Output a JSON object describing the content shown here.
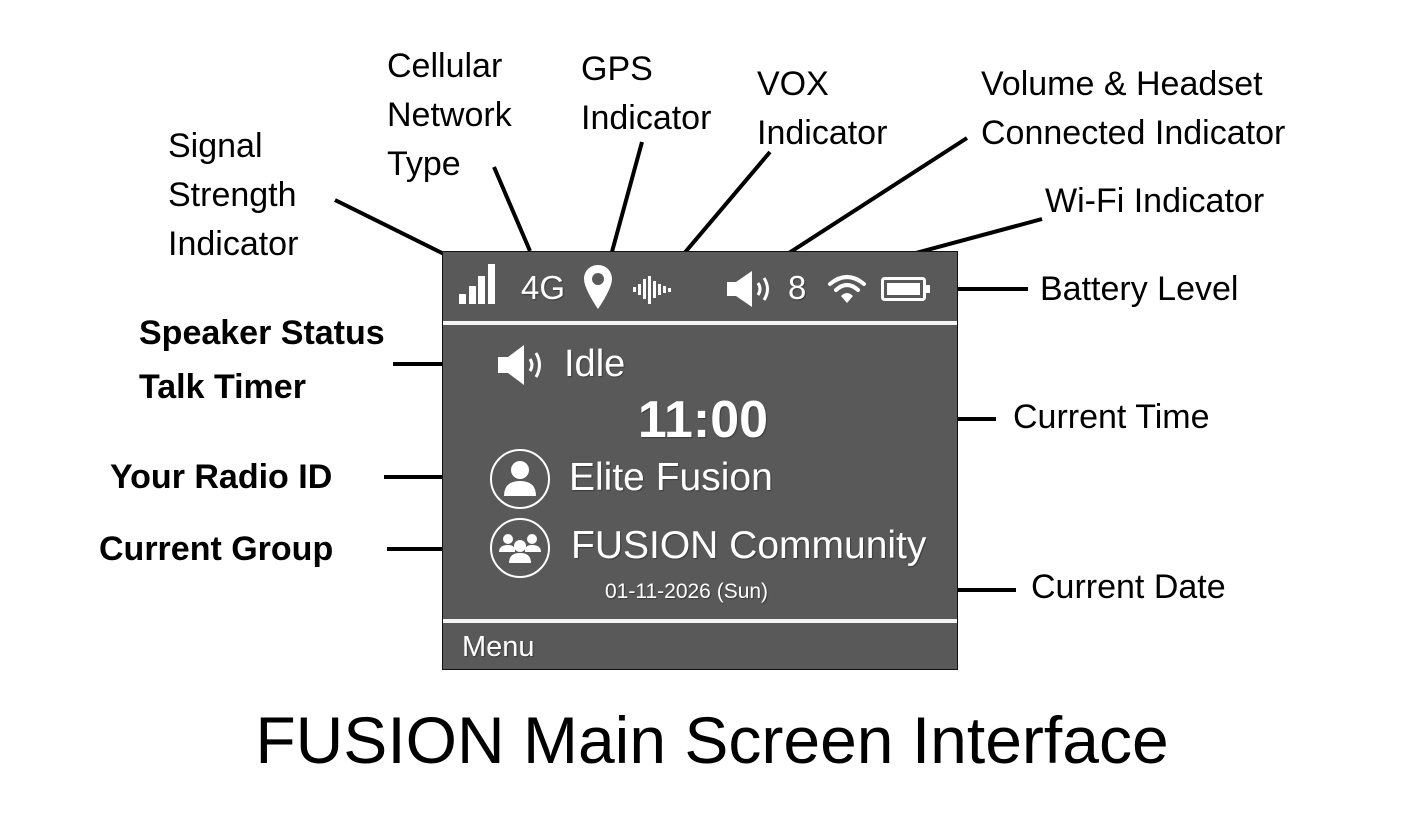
{
  "title": "FUSION Main Screen Interface",
  "callouts": {
    "signal_strength": [
      "Signal",
      "Strength",
      "Indicator"
    ],
    "cellular_network": [
      "Cellular",
      "Network",
      "Type"
    ],
    "gps": [
      "GPS",
      "Indicator"
    ],
    "vox": [
      "VOX",
      "Indicator"
    ],
    "volume_headset": [
      "Volume & Headset",
      "Connected Indicator"
    ],
    "wifi": "Wi-Fi Indicator",
    "battery": "Battery Level",
    "speaker_status": [
      "Speaker Status",
      "Talk Timer"
    ],
    "radio_id": "Your Radio ID",
    "current_group": "Current Group",
    "current_time": "Current Time",
    "current_date": "Current Date"
  },
  "screen": {
    "status_bar": {
      "signal_icon": "signal-bars-icon",
      "signal_level": "4/4",
      "network_type": "4G",
      "gps_icon": "map-pin-icon",
      "vox_icon": "audio-waveform-icon",
      "volume_icon": "speaker-volume-icon",
      "volume_level": "8",
      "wifi_icon": "wifi-icon",
      "battery_icon": "battery-icon",
      "battery_level": "100%"
    },
    "speaker_status": "Idle",
    "time": "11:00",
    "radio_id": "Elite Fusion",
    "group": "FUSION Community",
    "date": "01-11-2026 (Sun)",
    "menu_label": "Menu"
  },
  "colors": {
    "screen_bg": "#595959",
    "screen_fg": "#ffffff",
    "label": "#000000"
  }
}
